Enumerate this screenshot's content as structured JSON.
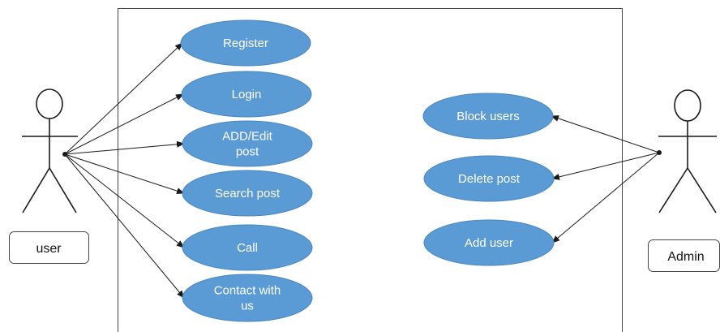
{
  "actors": [
    {
      "id": "user",
      "label": "user"
    },
    {
      "id": "admin",
      "label": "Admin"
    }
  ],
  "use_cases": [
    {
      "id": "register",
      "lines": [
        "Register"
      ],
      "actor": "user"
    },
    {
      "id": "login",
      "lines": [
        "Login"
      ],
      "actor": "user"
    },
    {
      "id": "add-edit-post",
      "lines": [
        "ADD/Edit",
        "post"
      ],
      "actor": "user"
    },
    {
      "id": "search-post",
      "lines": [
        "Search post"
      ],
      "actor": "user"
    },
    {
      "id": "call",
      "lines": [
        "Call"
      ],
      "actor": "user"
    },
    {
      "id": "contact-with-us",
      "lines": [
        "Contact with",
        "us"
      ],
      "actor": "user"
    },
    {
      "id": "block-users",
      "lines": [
        "Block users"
      ],
      "actor": "admin"
    },
    {
      "id": "delete-post",
      "lines": [
        "Delete post"
      ],
      "actor": "admin"
    },
    {
      "id": "add-user",
      "lines": [
        "Add user"
      ],
      "actor": "admin"
    }
  ],
  "colors": {
    "use_case_fill": "#5b9bd5",
    "use_case_text": "#ffffff",
    "line": "#1a1a1a"
  }
}
